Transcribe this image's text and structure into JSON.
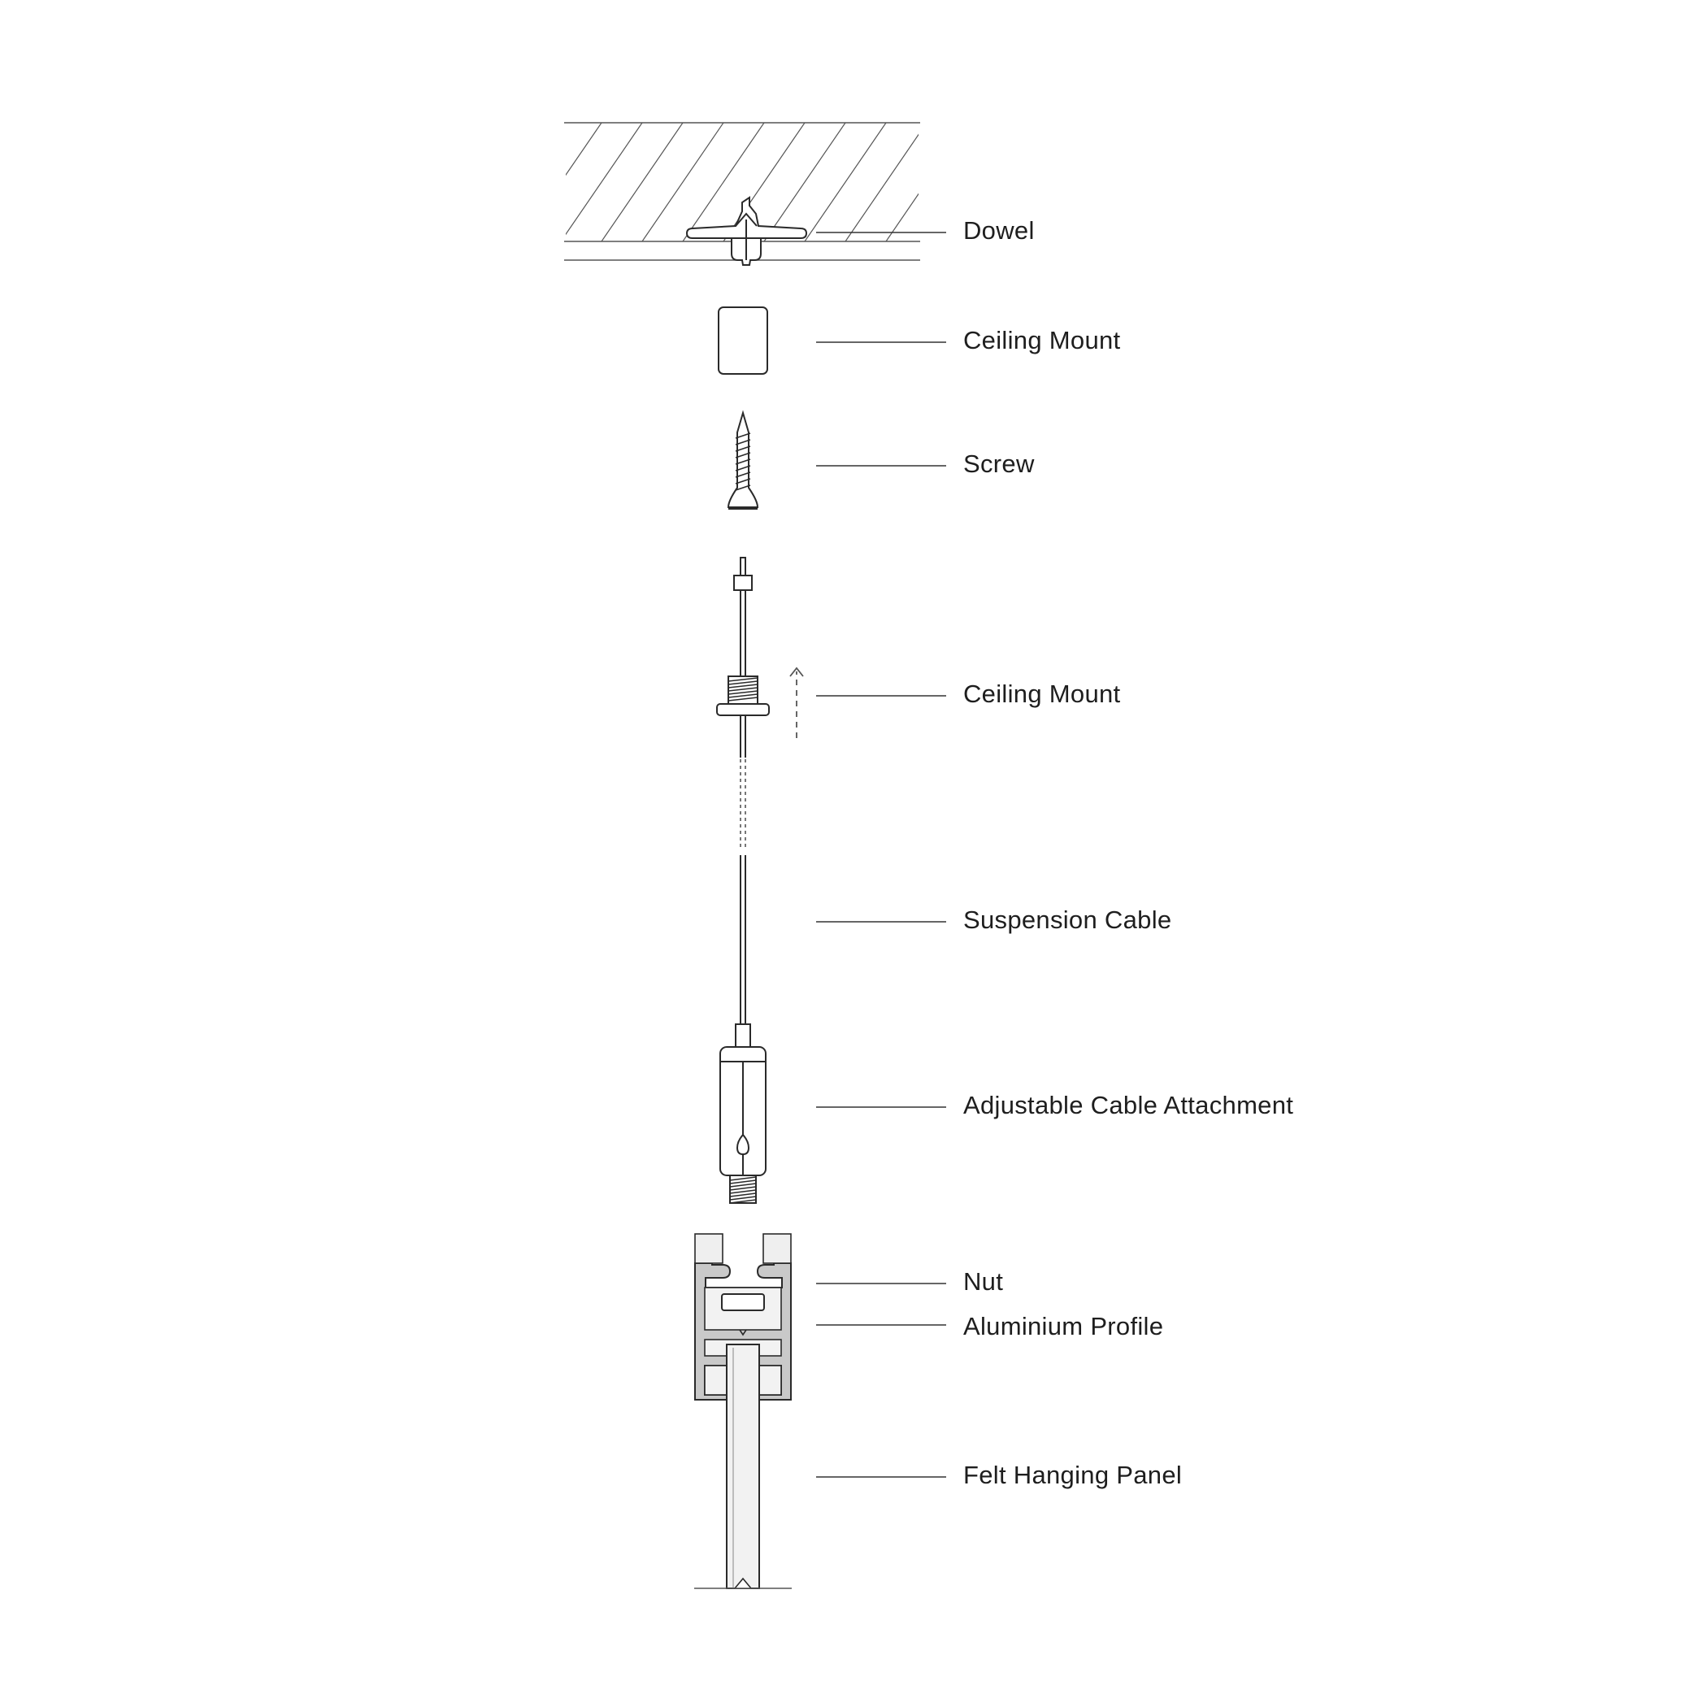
{
  "labels": {
    "dowel": "Dowel",
    "ceiling_mount_1": "Ceiling Mount",
    "screw": "Screw",
    "ceiling_mount_2": "Ceiling Mount",
    "suspension_cable": "Suspension Cable",
    "adjustable_cable_attachment": "Adjustable Cable Attachment",
    "nut": "Nut",
    "aluminium_profile": "Aluminium Profile",
    "felt_hanging_panel": "Felt Hanging Panel"
  },
  "colors": {
    "line": "#2a2a2a",
    "text": "#1e1e1e",
    "profile_gray": "#c9c9c9",
    "panel_fill": "#f2f2f2",
    "background": "#ffffff"
  }
}
